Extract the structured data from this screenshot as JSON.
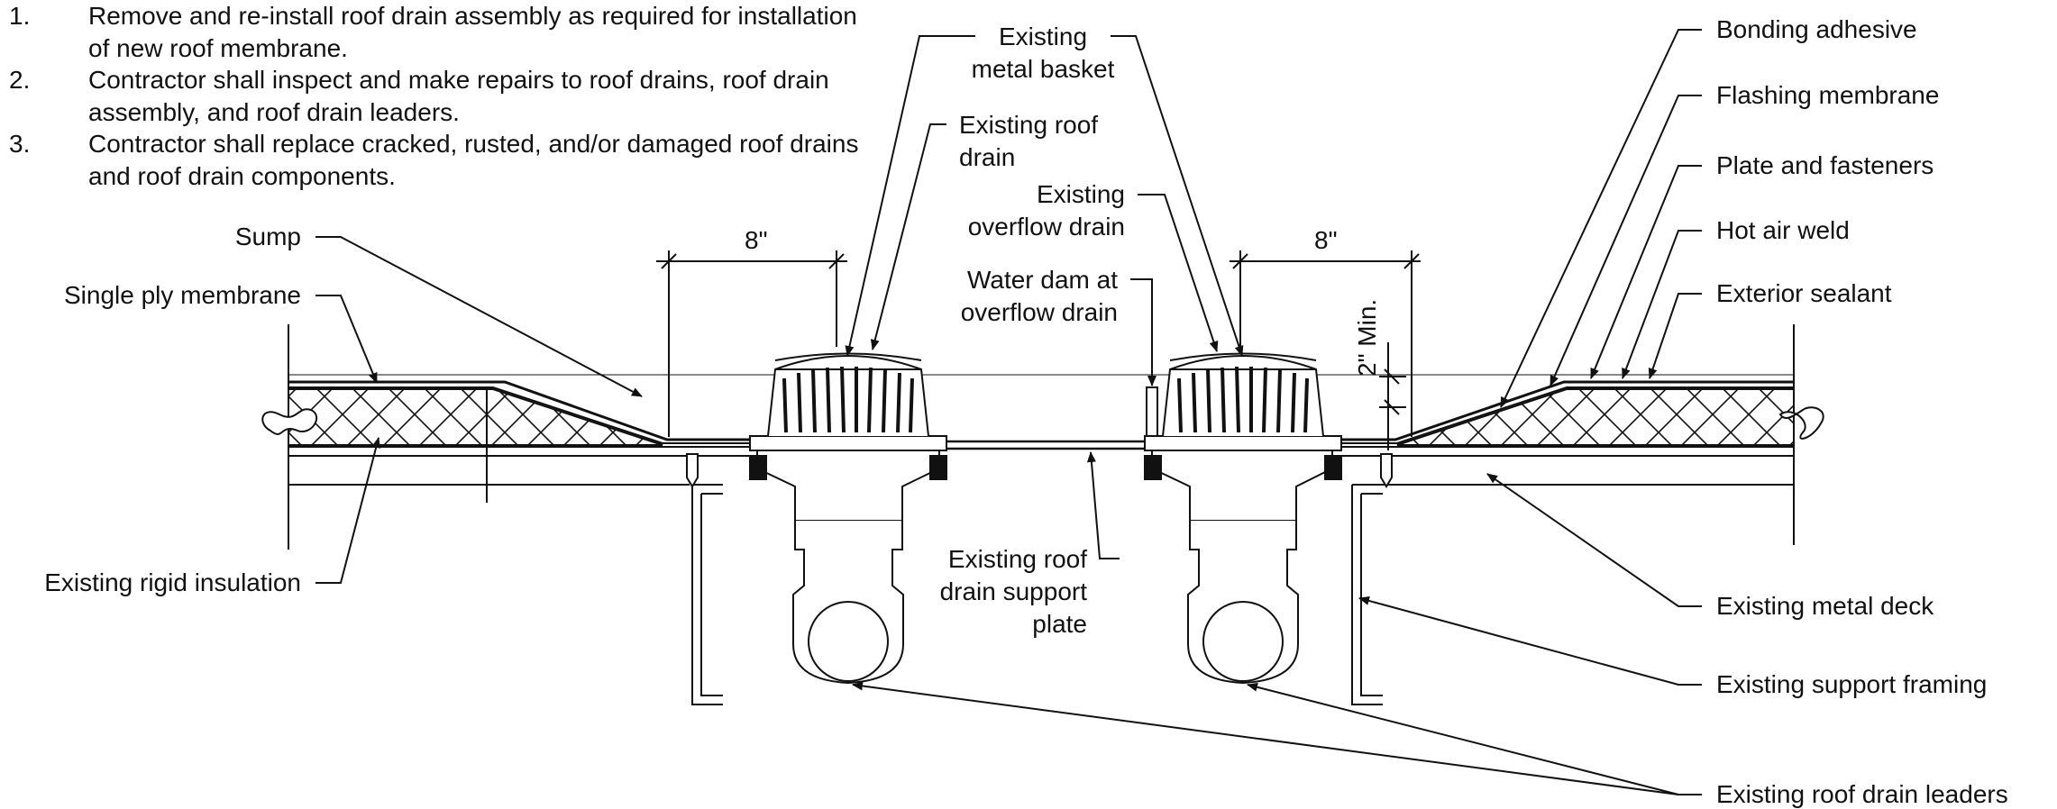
{
  "notes": [
    {
      "num": "1.",
      "text": "Remove and re-install roof drain assembly as required for installation of new roof membrane."
    },
    {
      "num": "2.",
      "text": "Contractor shall inspect and make repairs to roof drains, roof drain assembly, and roof drain leaders."
    },
    {
      "num": "3.",
      "text": "Contractor shall replace cracked, rusted, and/or damaged roof drains and roof drain components."
    }
  ],
  "dimensions": {
    "left_width": "8\"",
    "right_width": "8\"",
    "height": "2\" Min."
  },
  "labels": {
    "sump": "Sump",
    "single_ply_membrane": "Single ply membrane",
    "existing_rigid_insulation": "Existing rigid insulation",
    "existing_metal_basket_l1": "Existing",
    "existing_metal_basket_l2": "metal basket",
    "existing_roof_drain_l1": "Existing roof",
    "existing_roof_drain_l2": "drain",
    "existing_overflow_drain_l1": "Existing",
    "existing_overflow_drain_l2": "overflow drain",
    "water_dam_l1": "Water dam at",
    "water_dam_l2": "overflow drain",
    "support_plate_l1": "Existing roof",
    "support_plate_l2": "drain support",
    "support_plate_l3": "plate",
    "bonding_adhesive": "Bonding adhesive",
    "flashing_membrane": "Flashing membrane",
    "plate_and_fasteners": "Plate and fasteners",
    "hot_air_weld": "Hot air weld",
    "exterior_sealant": "Exterior sealant",
    "existing_metal_deck": "Existing metal deck",
    "existing_support_framing": "Existing support framing",
    "existing_roof_drain_leaders": "Existing roof drain leaders"
  },
  "colors": {
    "line": "#111111",
    "background": "#ffffff"
  }
}
